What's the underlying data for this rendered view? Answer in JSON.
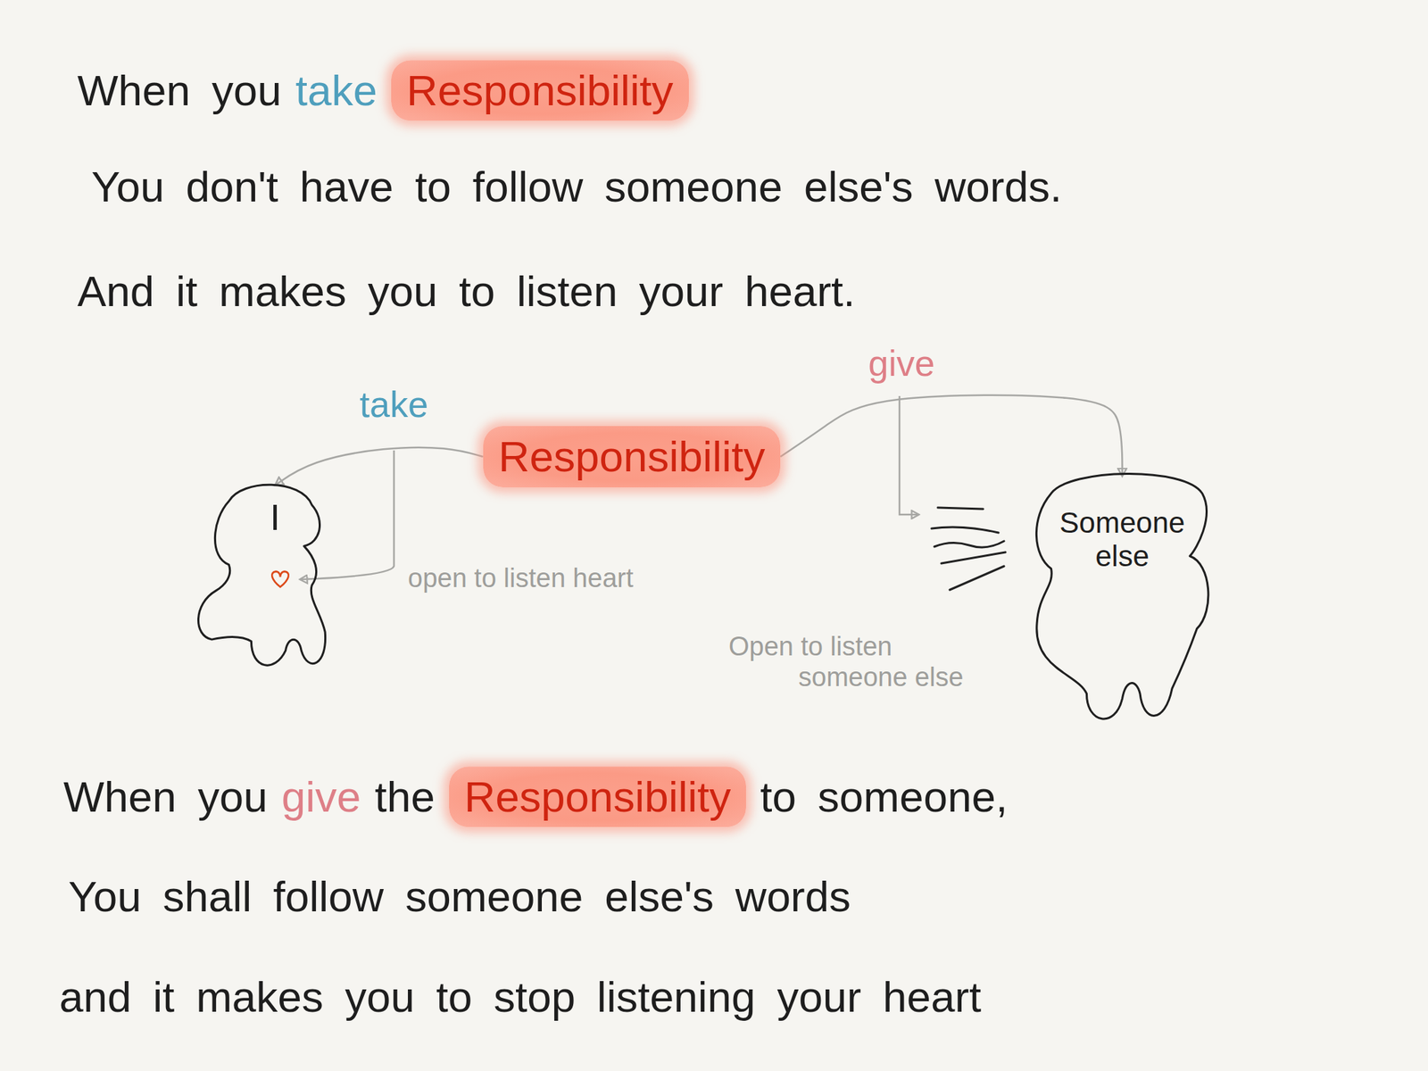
{
  "diagram": {
    "nodes": [
      {
        "text": [
          "Responsibility"
        ]
      },
      {
        "text": [
          "Responsibility"
        ]
      },
      {
        "text": [
          "I"
        ]
      },
      {
        "text": [
          "Someone else"
        ]
      },
      {
        "text": [
          "Responsibility"
        ]
      }
    ],
    "edges": [
      {
        "from": 1,
        "to": 2,
        "arrow": "to",
        "label": "take"
      },
      {
        "from": 1,
        "to": 3,
        "arrow": "to",
        "label": "give"
      }
    ],
    "labels": [
      "When you",
      "take",
      "You don't have to follow someone else's words.",
      "And it makes you to listen your heart.",
      "open to listen heart",
      "Open to listen someone else",
      "When you",
      "give",
      "the",
      "to someone,",
      "You shall follow someone else's words",
      "and it makes you to stop listening your heart"
    ]
  }
}
